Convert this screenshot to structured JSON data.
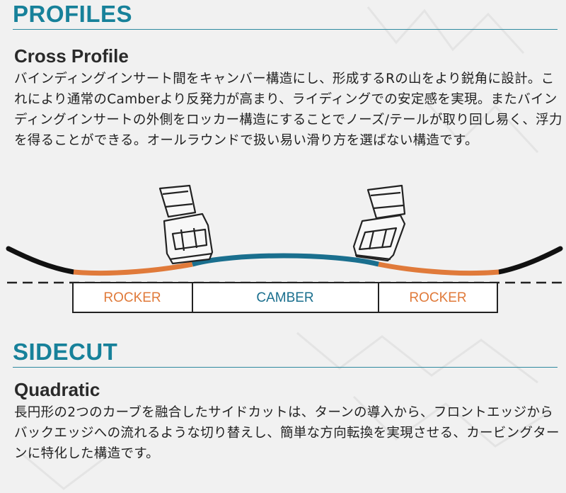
{
  "profiles": {
    "heading": "PROFILES",
    "subheading": "Cross Profile",
    "description": "バインディングインサート間をキャンバー構造にし、形成するRの山をより鋭角に設計。これにより通常のCamberより反発力が高まり、ライディングでの安定感を実現。またバインディングインサートの外側をロッカー構造にすることでノーズ/テールが取り回し易く、浮力を得ることができる。オールラウンドで扱い易い滑り方を選ばない構造です。"
  },
  "profile_diagram": {
    "segments": [
      {
        "label": "ROCKER",
        "color": "#e07a3a"
      },
      {
        "label": "CAMBER",
        "color": "#1a6f8e"
      },
      {
        "label": "ROCKER",
        "color": "#e07a3a"
      }
    ],
    "tip_color": "#111111"
  },
  "sidecut": {
    "heading": "SIDECUT",
    "subheading": "Quadratic",
    "description": "長円形の2つのカーブを融合したサイドカットは、ターンの導入から、フロントエッジからバックエッジへの流れるような切り替えし、簡単な方向転換を実現させる、カービングターンに特化した構造です。"
  }
}
